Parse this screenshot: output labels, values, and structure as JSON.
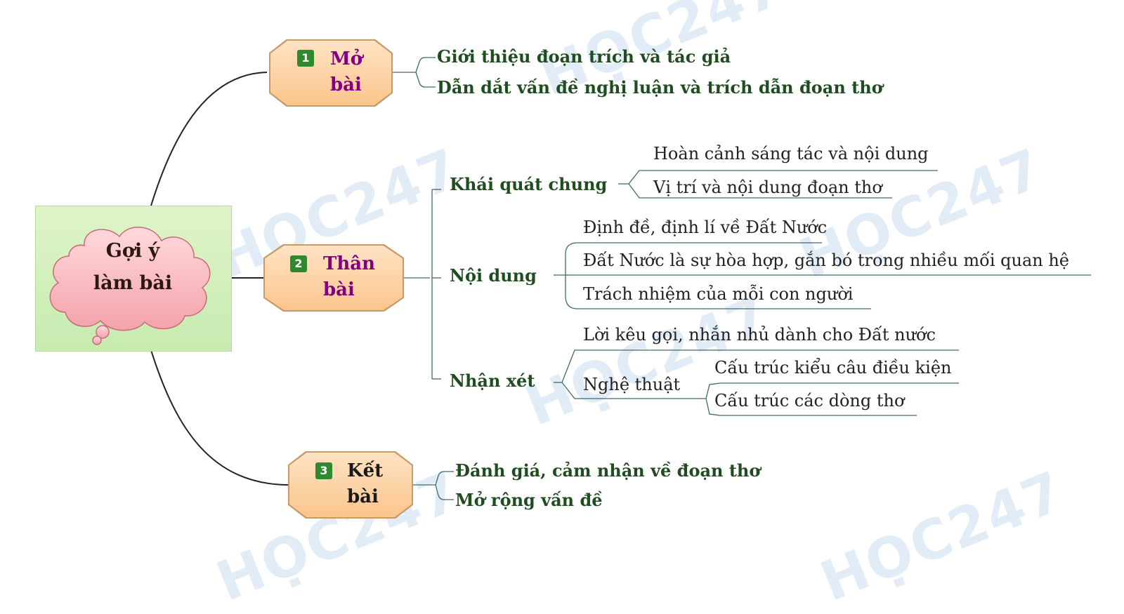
{
  "central": {
    "line1": "Gợi ý",
    "line2": "làm bài"
  },
  "branches": [
    {
      "number": "1",
      "title_line1": "Mở",
      "title_line2": "bài",
      "children": [
        "Giới thiệu đoạn trích và tác giả",
        "Dẫn dắt vấn đề nghị luận và trích dẫn đoạn thơ"
      ]
    },
    {
      "number": "2",
      "title_line1": "Thân",
      "title_line2": "bài",
      "sections": [
        {
          "title": "Khái quát chung",
          "items": [
            "Hoàn cảnh sáng tác và nội dung",
            "Vị trí và nội dung đoạn thơ"
          ]
        },
        {
          "title": "Nội dung",
          "items": [
            "Định đề, định lí về Đất Nước",
            "Đất Nước là sự hòa hợp, gắn bó trong nhiều mối quan hệ",
            "Trách nhiệm của mỗi con người"
          ]
        },
        {
          "title": "Nhận xét",
          "items": [
            "Lời kêu gọi, nhắn nhủ dành cho Đất nước",
            "Nghệ thuật"
          ],
          "art_items": [
            "Cấu trúc kiểu câu điều kiện",
            "Cấu trúc các dòng thơ"
          ]
        }
      ]
    },
    {
      "number": "3",
      "title_line1": "Kết",
      "title_line2": "bài",
      "children": [
        "Đánh giá, cảm nhận về đoạn thơ",
        "Mở rộng vấn đề"
      ]
    }
  ],
  "watermark": "HỌC247",
  "colors": {
    "branch_title": "#800080",
    "green_text": "#1f4d1f",
    "number_badge": "#2f8a2f",
    "box_fill": "#fbc58c"
  }
}
